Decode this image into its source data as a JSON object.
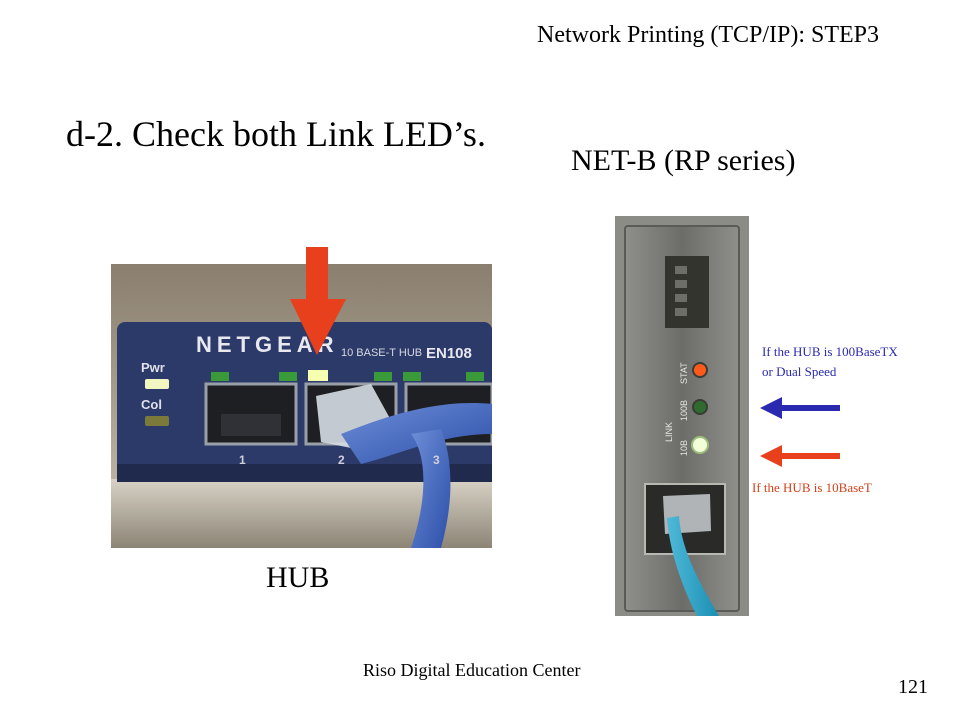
{
  "slide": {
    "header": "Network Printing (TCP/IP): STEP3",
    "title": "d-2. Check both Link LED’s.",
    "netb_title": "NET-B (RP series)",
    "hub_label": "HUB",
    "footer": "Riso Digital Education Center",
    "page_number": "121"
  },
  "hub_photo": {
    "brand": "NETGEAR",
    "model_text": "10 BASE-T HUB",
    "model": "EN108",
    "pwr_label": "Pwr",
    "col_label": "Col",
    "port_labels": [
      "1",
      "2",
      "3"
    ]
  },
  "netb_photo": {
    "led_labels": [
      "STAT",
      "100B",
      "LINK",
      "10B"
    ],
    "note_100": [
      "If the HUB is 100BaseTX",
      "or Dual Speed"
    ],
    "note_10": "If the HUB is 10BaseT"
  },
  "colors": {
    "arrow_red": "#e8401c",
    "arrow_blue": "#2a2ab0",
    "hub_body": "#2b3a68"
  }
}
